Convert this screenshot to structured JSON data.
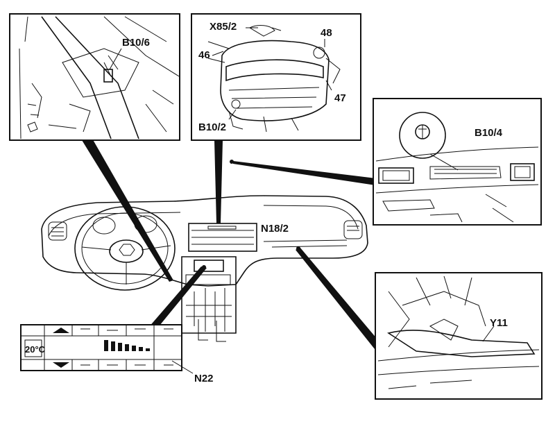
{
  "labels": {
    "b10_6": "B10/6",
    "x85_2": "X85/2",
    "n48": "48",
    "n46": "46",
    "n47": "47",
    "b10_2": "B10/2",
    "b10_4": "B10/4",
    "n18_2": "N18/2",
    "y11": "Y11",
    "n22": "N22"
  },
  "display": {
    "temperature": "20°C"
  }
}
